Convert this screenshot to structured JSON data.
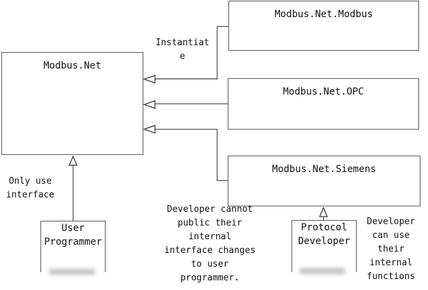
{
  "diagram": {
    "nodes": {
      "modbus_net": "Modbus.Net",
      "modbus_net_modbus": "Modbus.Net.Modbus",
      "modbus_net_opc": "Modbus.Net.OPC",
      "modbus_net_siemens": "Modbus.Net.Siemens",
      "user_programmer": "User Programmer",
      "protocol_developer": "Protocol Developer"
    },
    "labels": {
      "instantiate": "Instantiate",
      "only_use_interface": "Only use interface",
      "developer_cannot": "Developer cannot public their internal interface changes to user programmer.",
      "developer_can": "Developer can use their internal functions"
    },
    "colors": {
      "background": "#ffffff",
      "box_border": "#5a5a5a",
      "line": "#3a3a3a",
      "instantiate_line": "#868686",
      "text": "#111111"
    }
  }
}
